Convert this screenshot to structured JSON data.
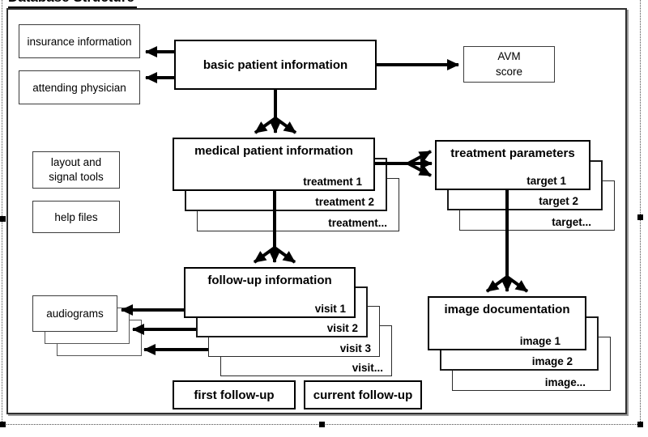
{
  "document": {
    "title": "Database Structure"
  },
  "diagram": {
    "nodes": {
      "insurance": {
        "label": "insurance information"
      },
      "attending_physician": {
        "label": "attending physician"
      },
      "basic_patient": {
        "label": "basic patient information"
      },
      "avm_score": {
        "line1": "AVM",
        "line2": "score"
      },
      "layout_signal_tools": {
        "line1": "layout and",
        "line2": "signal tools"
      },
      "help_files": {
        "label": "help files"
      },
      "medical_patient": {
        "label": "medical patient information",
        "items": [
          "treatment 1",
          "treatment 2",
          "treatment..."
        ]
      },
      "treatment_parameters": {
        "label": "treatment parameters",
        "items": [
          "target 1",
          "target 2",
          "target..."
        ]
      },
      "followup_information": {
        "label": "follow-up information",
        "items": [
          "visit 1",
          "visit 2",
          "visit 3",
          "visit..."
        ]
      },
      "audiograms": {
        "label": "audiograms"
      },
      "image_documentation": {
        "label": "image documentation",
        "items": [
          "image 1",
          "image 2",
          "image..."
        ]
      },
      "first_followup": {
        "label": "first follow-up"
      },
      "current_followup": {
        "label": "current follow-up"
      }
    },
    "colors": {
      "line": "#000000",
      "box_bg": "#ffffff",
      "frame_border": "#2f2f2f",
      "marquee": "#4a4a4a"
    }
  }
}
